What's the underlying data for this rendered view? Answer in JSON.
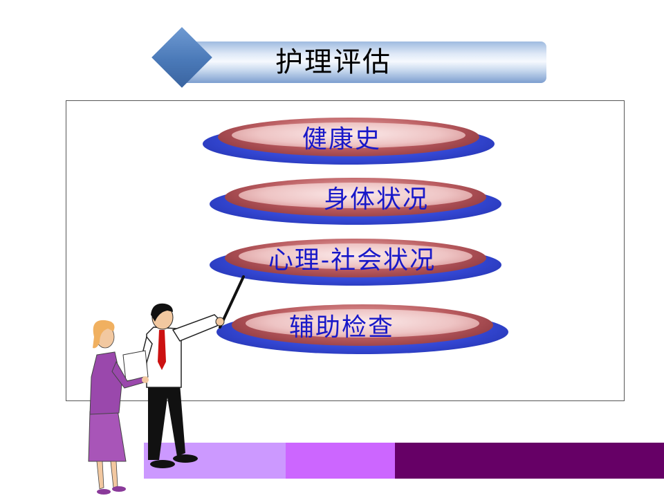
{
  "slide": {
    "title": "护理评估",
    "items": [
      {
        "label": "健康史"
      },
      {
        "label": "身体状况"
      },
      {
        "label": "心理-社会状况"
      },
      {
        "label": "辅助检查"
      }
    ]
  },
  "colors": {
    "title_bar": "#c7d8ee",
    "diamond": "#4a79b8",
    "pill_base": "#3549d6",
    "pill_top": "#b85a5e",
    "label_text": "#1818c8",
    "band_light": "#cc99ff",
    "band_mid": "#cc66ff",
    "band_dark": "#660066"
  },
  "illustration": {
    "icon": "presenter-figures-icon"
  }
}
